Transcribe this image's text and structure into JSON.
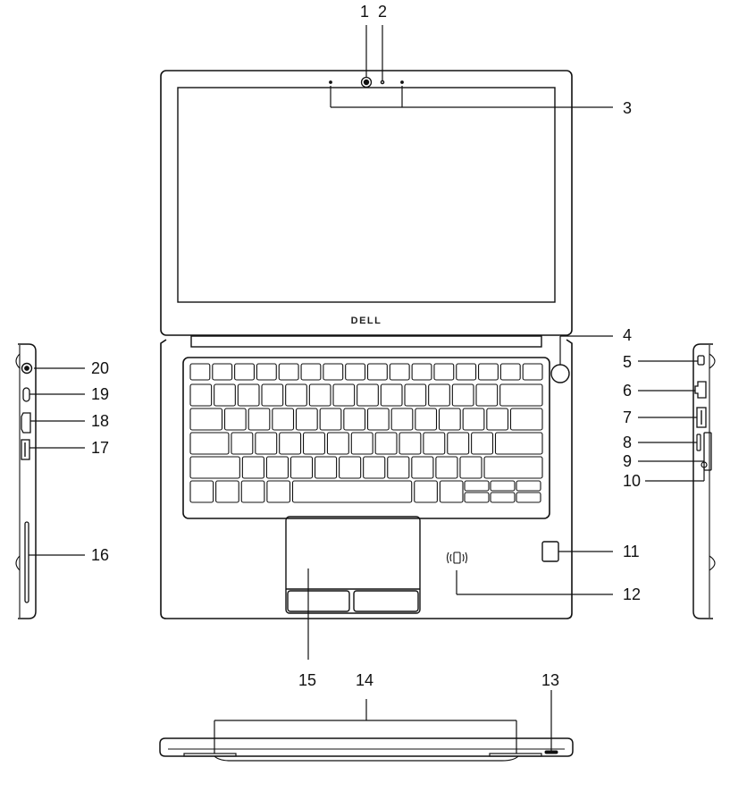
{
  "brand": {
    "logo_text": "DELL"
  },
  "callouts": {
    "n1": "1",
    "n2": "2",
    "n3": "3",
    "n4": "4",
    "n5": "5",
    "n6": "6",
    "n7": "7",
    "n8": "8",
    "n9": "9",
    "n10": "10",
    "n11": "11",
    "n12": "12",
    "n13": "13",
    "n14": "14",
    "n15": "15",
    "n16": "16",
    "n17": "17",
    "n18": "18",
    "n19": "19",
    "n20": "20"
  },
  "colors": {
    "line": "#111111",
    "fill": "#ffffff",
    "panel": "#ffffff"
  }
}
